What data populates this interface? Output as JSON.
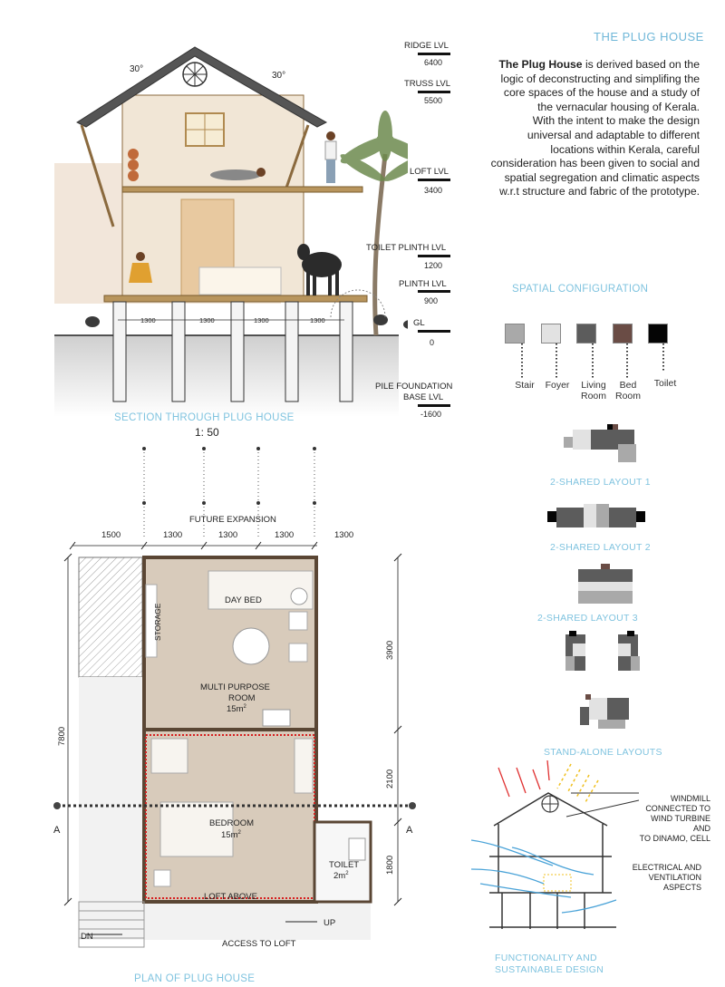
{
  "header": {
    "title": "THE PLUG HOUSE"
  },
  "description": {
    "bold": "The Plug House",
    "p1": " is derived based on the logic of deconstructing and simplifing the core spaces of the house and a study of the vernacular housing of Kerala.",
    "p2": "With the intent to make the design universal and adaptable to different locations within Kerala, careful consideration has been given to social and spatial segregation and climatic aspects w.r.t structure and fabric of the prototype."
  },
  "section": {
    "angle_left": "30°",
    "angle_right": "30°",
    "levels": [
      {
        "label": "RIDGE LVL",
        "value": "6400"
      },
      {
        "label": "TRUSS LVL",
        "value": "5500"
      },
      {
        "label": "LOFT LVL",
        "value": "3400"
      },
      {
        "label": "TOILET PLINTH LVL",
        "value": "1200"
      },
      {
        "label": "PLINTH LVL",
        "value": "900"
      },
      {
        "label": "GL",
        "value": "0"
      }
    ],
    "pile_label1": "PILE FOUNDATION",
    "pile_label2": "BASE LVL",
    "pile_value": "-1600",
    "bay_dims": [
      "1300",
      "1300",
      "1300",
      "1300"
    ],
    "caption": "SECTION THROUGH PLUG HOUSE",
    "scale": "1: 50"
  },
  "plan": {
    "future_expansion": "FUTURE EXPANSION",
    "top_dims": [
      "1500",
      "1300",
      "1300",
      "1300",
      "1300"
    ],
    "left_dim": "7800",
    "right_dims": [
      "3900",
      "2100",
      "1800"
    ],
    "storage": "STORAGE",
    "day_bed": "DAY BED",
    "multi_purpose": "MULTI PURPOSE",
    "room": "ROOM",
    "mp_area": "15m",
    "bedroom": "BEDROOM",
    "bed_area": "15m",
    "toilet": "TOILET",
    "toilet_area": "2m",
    "sup": "2",
    "loft_above": "LOFT ABOVE",
    "up": "UP",
    "dn": "DN",
    "access": "ACCESS TO LOFT",
    "section_mark": "A",
    "caption": "PLAN OF PLUG HOUSE"
  },
  "spatial": {
    "title": "SPATIAL CONFIGURATION",
    "legend": [
      {
        "label": "Stair",
        "color": "#a9a9a9"
      },
      {
        "label": "Foyer",
        "color": "#e2e2e2"
      },
      {
        "label": "Living Room",
        "color": "#5c5c5c"
      },
      {
        "label": "Bed Room",
        "color": "#6a4c45"
      },
      {
        "label": "Toilet",
        "color": "#050505"
      }
    ],
    "layouts": [
      "2-SHARED LAYOUT 1",
      "2-SHARED LAYOUT 2",
      "2-SHARED LAYOUT 3",
      "STAND-ALONE LAYOUTS"
    ]
  },
  "sustain": {
    "windmill1": "WINDMILL",
    "windmill2": "CONNECTED TO",
    "windmill3": "WIND TURBINE AND",
    "windmill4": "TO DINAMO, CELL",
    "elec1": "ELECTRICAL AND",
    "elec2": "VENTILATION",
    "elec3": "ASPECTS",
    "caption1": "FUNCTIONALITY AND",
    "caption2": "SUSTAINABLE DESIGN"
  }
}
